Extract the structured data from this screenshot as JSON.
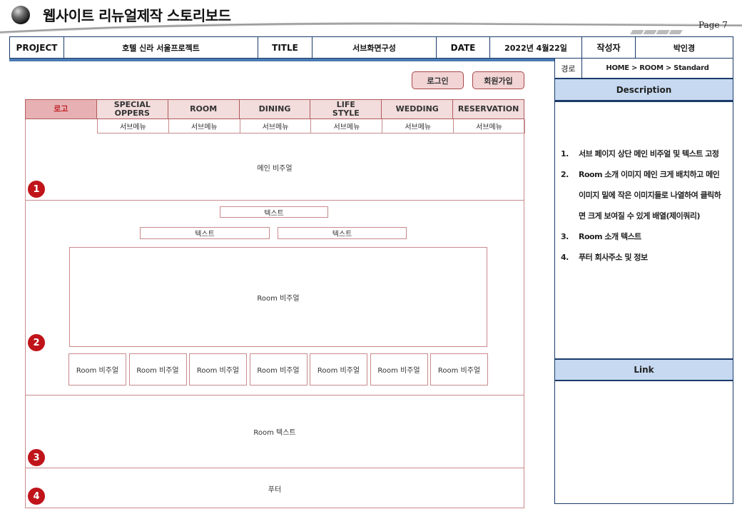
{
  "header": {
    "title": "웹사이트 리뉴얼제작 스토리보드",
    "page": "Page 7"
  },
  "info": {
    "project_label": "PROJECT",
    "project_value": "호텔 신라 서울프로젝트",
    "title_label": "TITLE",
    "title_value": "서브화면구성",
    "date_label": "DATE",
    "date_value": "2022년 4월22일",
    "author_label": "작성자",
    "author_value": "박인경"
  },
  "path": {
    "label": "경로",
    "value": "HOME > ROOM > Standard"
  },
  "description": {
    "heading": "Description",
    "items": [
      {
        "num": "1.",
        "text": "서브 페이지 상단 메인 비주얼 및 텍스트 고정"
      },
      {
        "num": "2.",
        "text": "Room 소개 이미지 메인 크게 배치하고 메인 이미지 밑에 작은 이미지들로 나열하여 클릭하면 크게 보여질 수 있게 배열(제이쿼리)"
      },
      {
        "num": "3.",
        "text": "Room 소개 텍스트"
      },
      {
        "num": "4.",
        "text": "푸터 회사주소 및 정보"
      }
    ]
  },
  "link": {
    "heading": "Link"
  },
  "wireframe": {
    "login": "로그인",
    "signup": "회원가입",
    "nav": [
      "로고",
      "SPECIAL OPPERS",
      "ROOM",
      "DINING",
      "LIFE\nSTYLE",
      "WEDDING",
      "RESERVATION"
    ],
    "submenu": "서브메뉴",
    "main_visual": "메인 비주얼",
    "text": "텍스트",
    "room_visual": "Room 비주얼",
    "room_text": "Room 텍스트",
    "footer": "푸터",
    "markers": [
      "1",
      "2",
      "3",
      "4"
    ]
  },
  "colors": {
    "accent_red": "#c0141a",
    "nav_bg": "#f2dcdc",
    "panel_blue": "#c6d9f1",
    "rule_blue": "#4a7ab3"
  }
}
